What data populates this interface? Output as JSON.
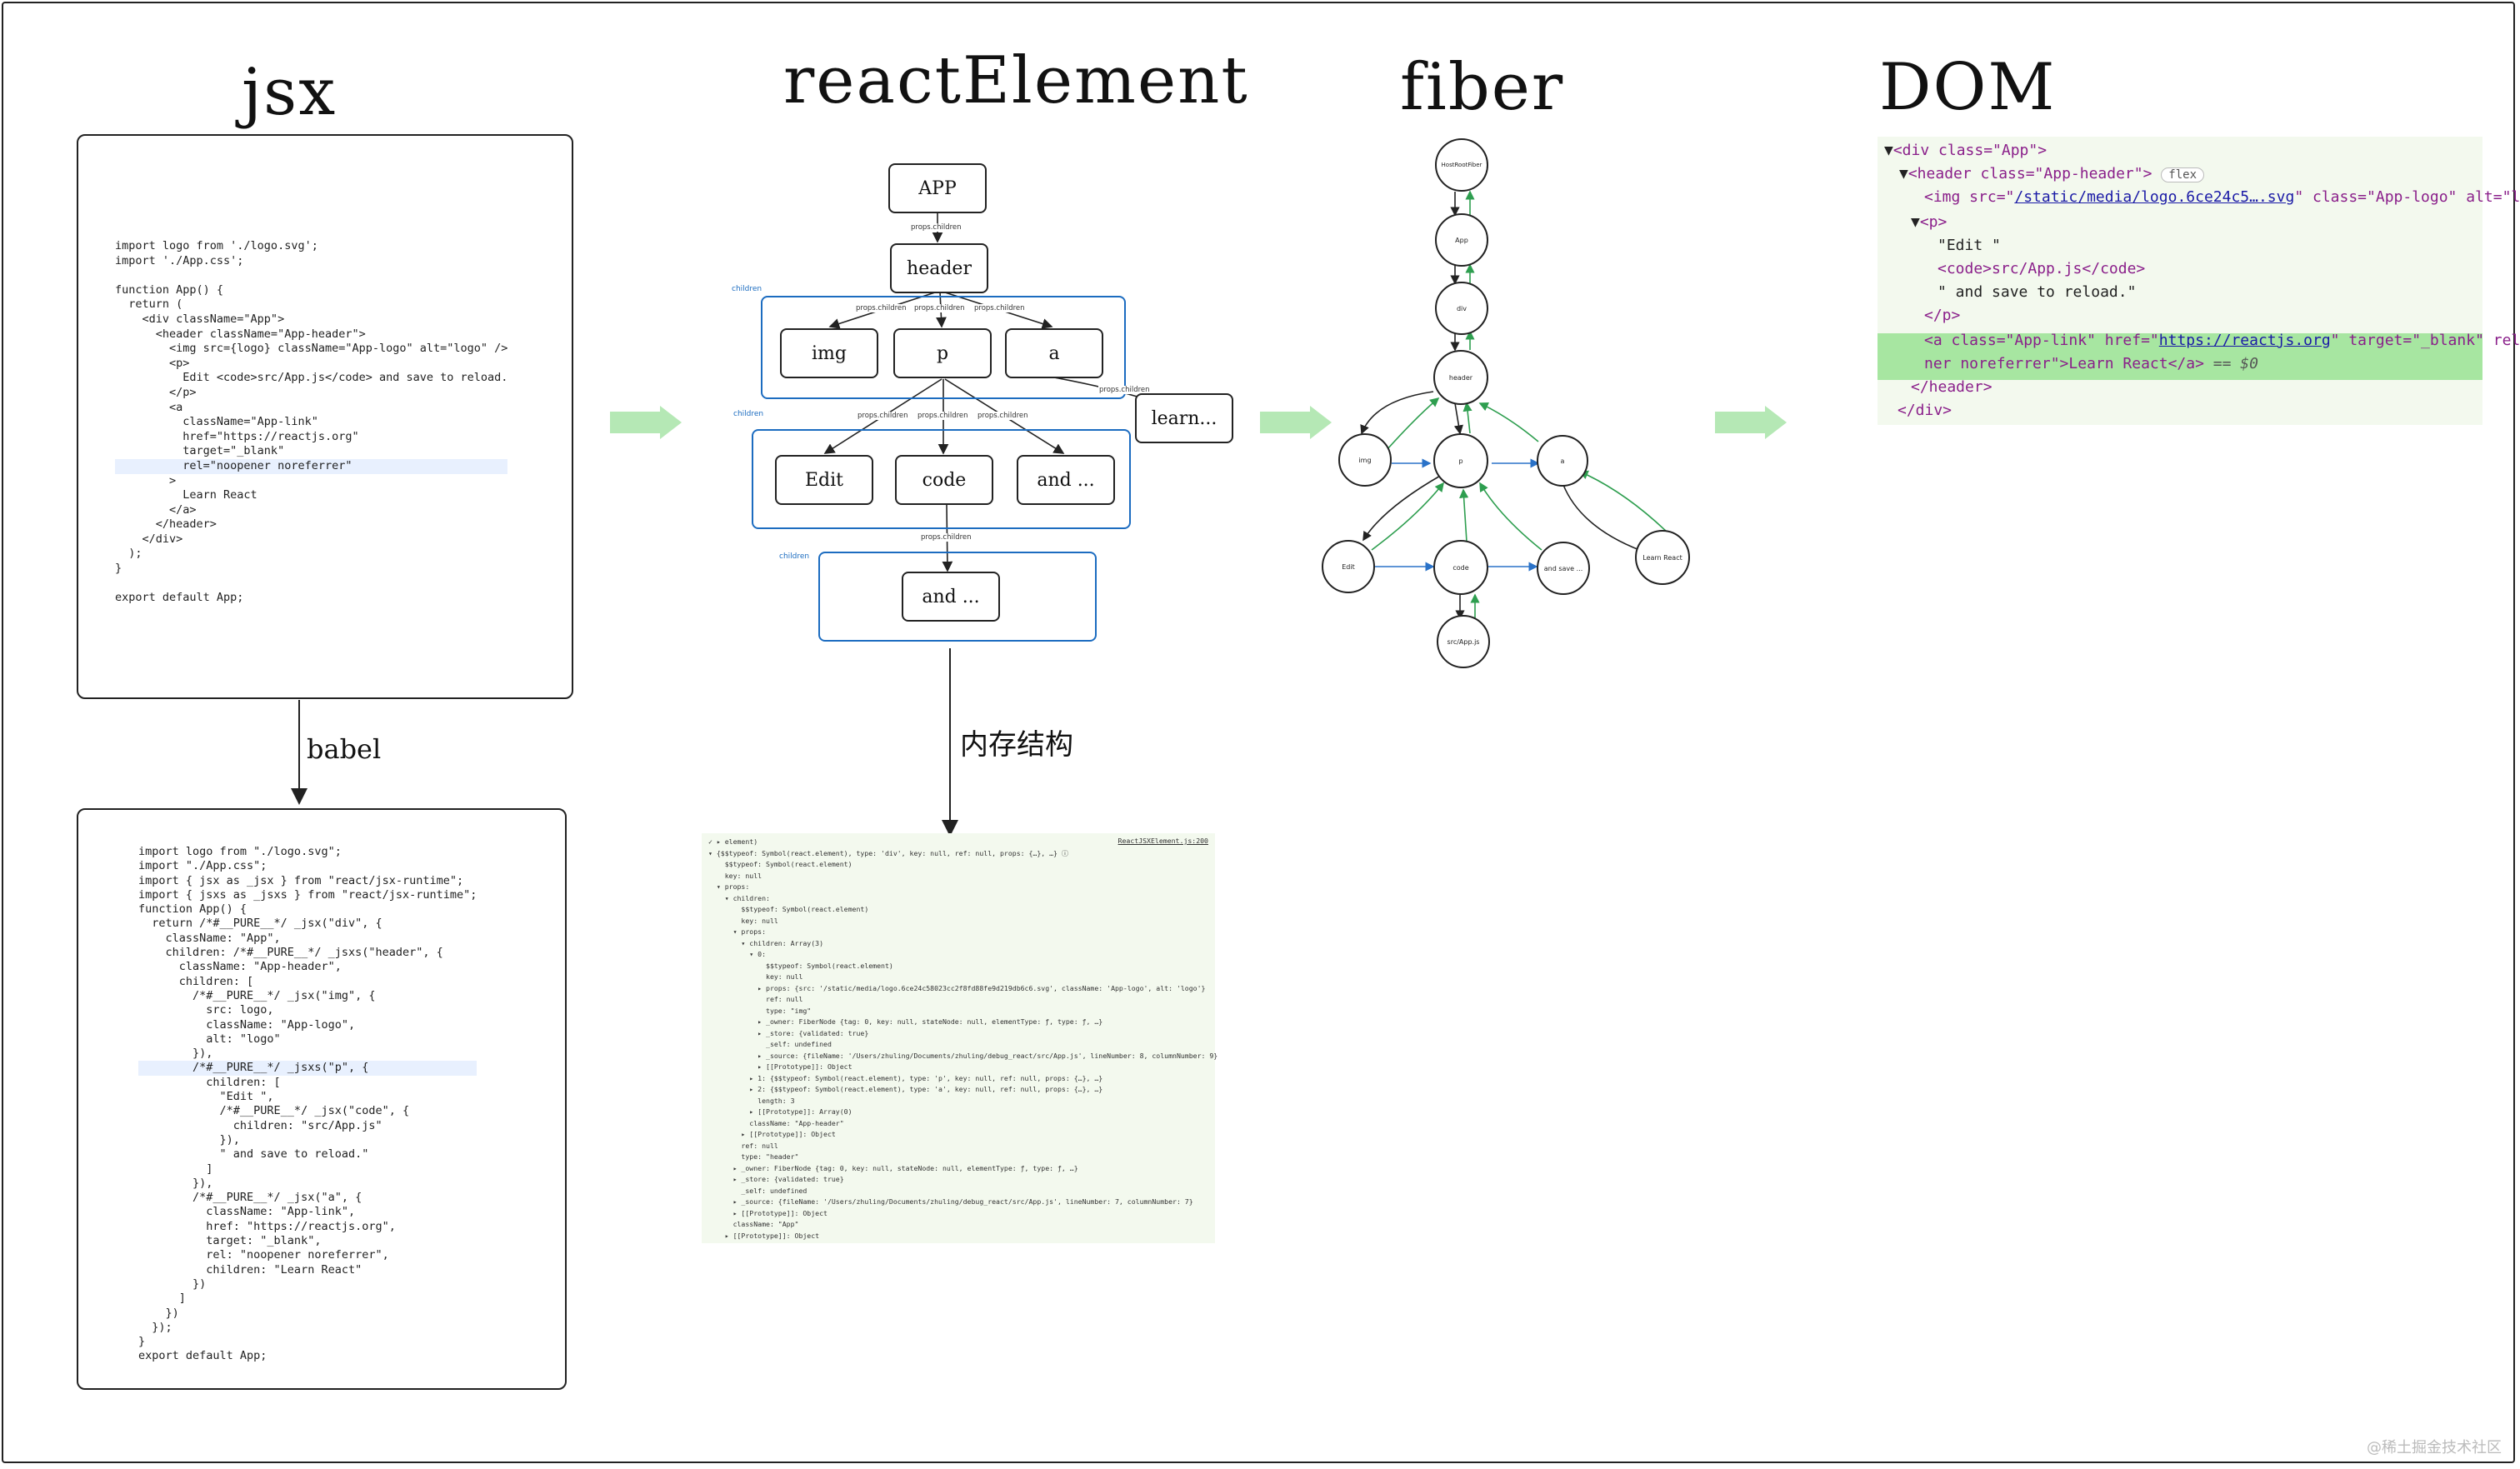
{
  "headings": {
    "jsx": "jsx",
    "react_element": "reactElement",
    "fiber": "fiber",
    "dom": "DOM"
  },
  "babel_label": "babel",
  "memory_label": "内存结构",
  "jsx_code": [
    "import logo from './logo.svg';",
    "import './App.css';",
    "",
    "function App() {",
    "  return (",
    "    <div className=\"App\">",
    "      <header className=\"App-header\">",
    "        <img src={logo} className=\"App-logo\" alt=\"logo\" />",
    "        <p>",
    "          Edit <code>src/App.js</code> and save to reload.",
    "        </p>",
    "        <a",
    "          className=\"App-link\"",
    "          href=\"https://reactjs.org\"",
    "          target=\"_blank\"",
    "          rel=\"noopener noreferrer\"",
    "        >",
    "          Learn React",
    "        </a>",
    "      </header>",
    "    </div>",
    "  );",
    "}",
    "",
    "export default App;"
  ],
  "babel_code": [
    "import logo from \"./logo.svg\";",
    "import \"./App.css\";",
    "import { jsx as _jsx } from \"react/jsx-runtime\";",
    "import { jsxs as _jsxs } from \"react/jsx-runtime\";",
    "function App() {",
    "  return /*#__PURE__*/ _jsx(\"div\", {",
    "    className: \"App\",",
    "    children: /*#__PURE__*/ _jsxs(\"header\", {",
    "      className: \"App-header\",",
    "      children: [",
    "        /*#__PURE__*/ _jsx(\"img\", {",
    "          src: logo,",
    "          className: \"App-logo\",",
    "          alt: \"logo\"",
    "        }),",
    "        /*#__PURE__*/ _jsxs(\"p\", {",
    "          children: [",
    "            \"Edit \",",
    "            /*#__PURE__*/ _jsx(\"code\", {",
    "              children: \"src/App.js\"",
    "            }),",
    "            \" and save to reload.\"",
    "          ]",
    "        }),",
    "        /*#__PURE__*/ _jsx(\"a\", {",
    "          className: \"App-link\",",
    "          href: \"https://reactjs.org\",",
    "          target: \"_blank\",",
    "          rel: \"noopener noreferrer\",",
    "          children: \"Learn React\"",
    "        })",
    "      ]",
    "    })",
    "  });",
    "}",
    "export default App;"
  ],
  "element_tree": {
    "nodes": {
      "app": "APP",
      "header": "header",
      "img": "img",
      "p": "p",
      "a": "a",
      "learn": "learn...",
      "edit": "Edit",
      "code": "code",
      "and1": "and ...",
      "and2": "and ..."
    },
    "edge_label": "props.children",
    "group_label": "children"
  },
  "devtools": {
    "source_link": "ReactJSXElement.js:200",
    "lines": [
      "✓ ▸ element)",
      "▾ {$$typeof: Symbol(react.element), type: 'div', key: null, ref: null, props: {…}, …} ⓘ",
      "    $$typeof: Symbol(react.element)",
      "    key: null",
      "  ▾ props:",
      "    ▾ children:",
      "        $$typeof: Symbol(react.element)",
      "        key: null",
      "      ▾ props:",
      "        ▾ children: Array(3)",
      "          ▾ 0:",
      "              $$typeof: Symbol(react.element)",
      "              key: null",
      "            ▸ props: {src: '/static/media/logo.6ce24c58023cc2f8fd88fe9d219db6c6.svg', className: 'App-logo', alt: 'logo'}",
      "              ref: null",
      "              type: \"img\"",
      "            ▸ _owner: FiberNode {tag: 0, key: null, stateNode: null, elementType: ƒ, type: ƒ, …}",
      "            ▸ _store: {validated: true}",
      "              _self: undefined",
      "            ▸ _source: {fileName: '/Users/zhuling/Documents/zhuling/debug_react/src/App.js', lineNumber: 8, columnNumber: 9}",
      "            ▸ [[Prototype]]: Object",
      "          ▸ 1: {$$typeof: Symbol(react.element), type: 'p', key: null, ref: null, props: {…}, …}",
      "          ▸ 2: {$$typeof: Symbol(react.element), type: 'a', key: null, ref: null, props: {…}, …}",
      "            length: 3",
      "          ▸ [[Prototype]]: Array(0)",
      "          className: \"App-header\"",
      "        ▸ [[Prototype]]: Object",
      "        ref: null",
      "        type: \"header\"",
      "      ▸ _owner: FiberNode {tag: 0, key: null, stateNode: null, elementType: ƒ, type: ƒ, …}",
      "      ▸ _store: {validated: true}",
      "        _self: undefined",
      "      ▸ _source: {fileName: '/Users/zhuling/Documents/zhuling/debug_react/src/App.js', lineNumber: 7, columnNumber: 7}",
      "      ▸ [[Prototype]]: Object",
      "      className: \"App\"",
      "    ▸ [[Prototype]]: Object"
    ]
  },
  "fiber_nodes": {
    "root": "HostRootFiber",
    "app": "App",
    "div": "div",
    "header": "header",
    "img": "img",
    "p": "p",
    "a": "a",
    "edit": "Edit",
    "code": "code",
    "andsave": "and save ...",
    "learn": "Learn React",
    "srcapp": "src/App.js"
  },
  "dom_panel": {
    "l1_tag": "<div class=\"App\">",
    "l2_tag": "<header class=\"App-header\">",
    "l2_badge": "flex",
    "l3_pre": "<img src=\"",
    "l3_link": "/static/media/logo.6ce24c5….svg",
    "l3_post": "\" class=\"App-logo\" alt=\"logo\">",
    "l4": "<p>",
    "l5": "\"Edit \"",
    "l6": "<code>src/App.js</code>",
    "l7": "\" and save to reload.\"",
    "l8": "</p>",
    "l9_pre": "<a class=\"App-link\" href=\"",
    "l9_link": "https://reactjs.org",
    "l9_post": "\" target=\"_blank\" rel=\"noope",
    "l10": "ner noreferrer\">Learn React</a>",
    "l10_suffix": " == $0",
    "l11": "</header>",
    "l12": "</div>"
  },
  "watermark": "@稀土掘金技术社区",
  "colors": {
    "group_border": "#1c6cc0",
    "flow_arrow": "#b5e8b5",
    "devtools_bg": "#f3f9ee",
    "dom_selected": "#a7e6a1",
    "fiber_return": "#2e9e4f",
    "fiber_sibling": "#2a72c8"
  }
}
